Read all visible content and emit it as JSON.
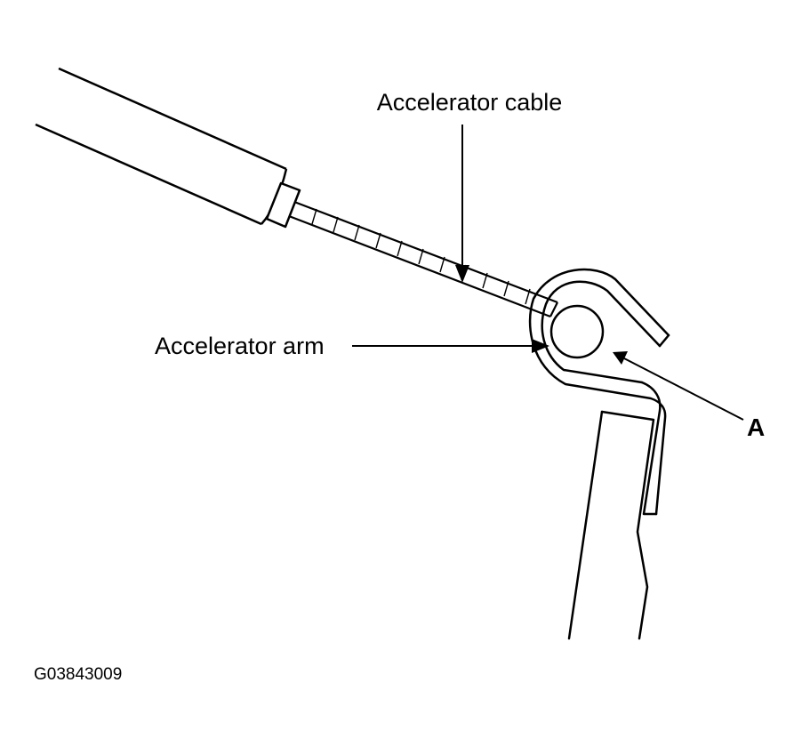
{
  "diagram": {
    "labels": {
      "cable": "Accelerator cable",
      "arm": "Accelerator arm",
      "point_a": "A"
    },
    "figure_code": "G03843009",
    "colors": {
      "ink": "#000000",
      "paper": "#ffffff"
    }
  }
}
